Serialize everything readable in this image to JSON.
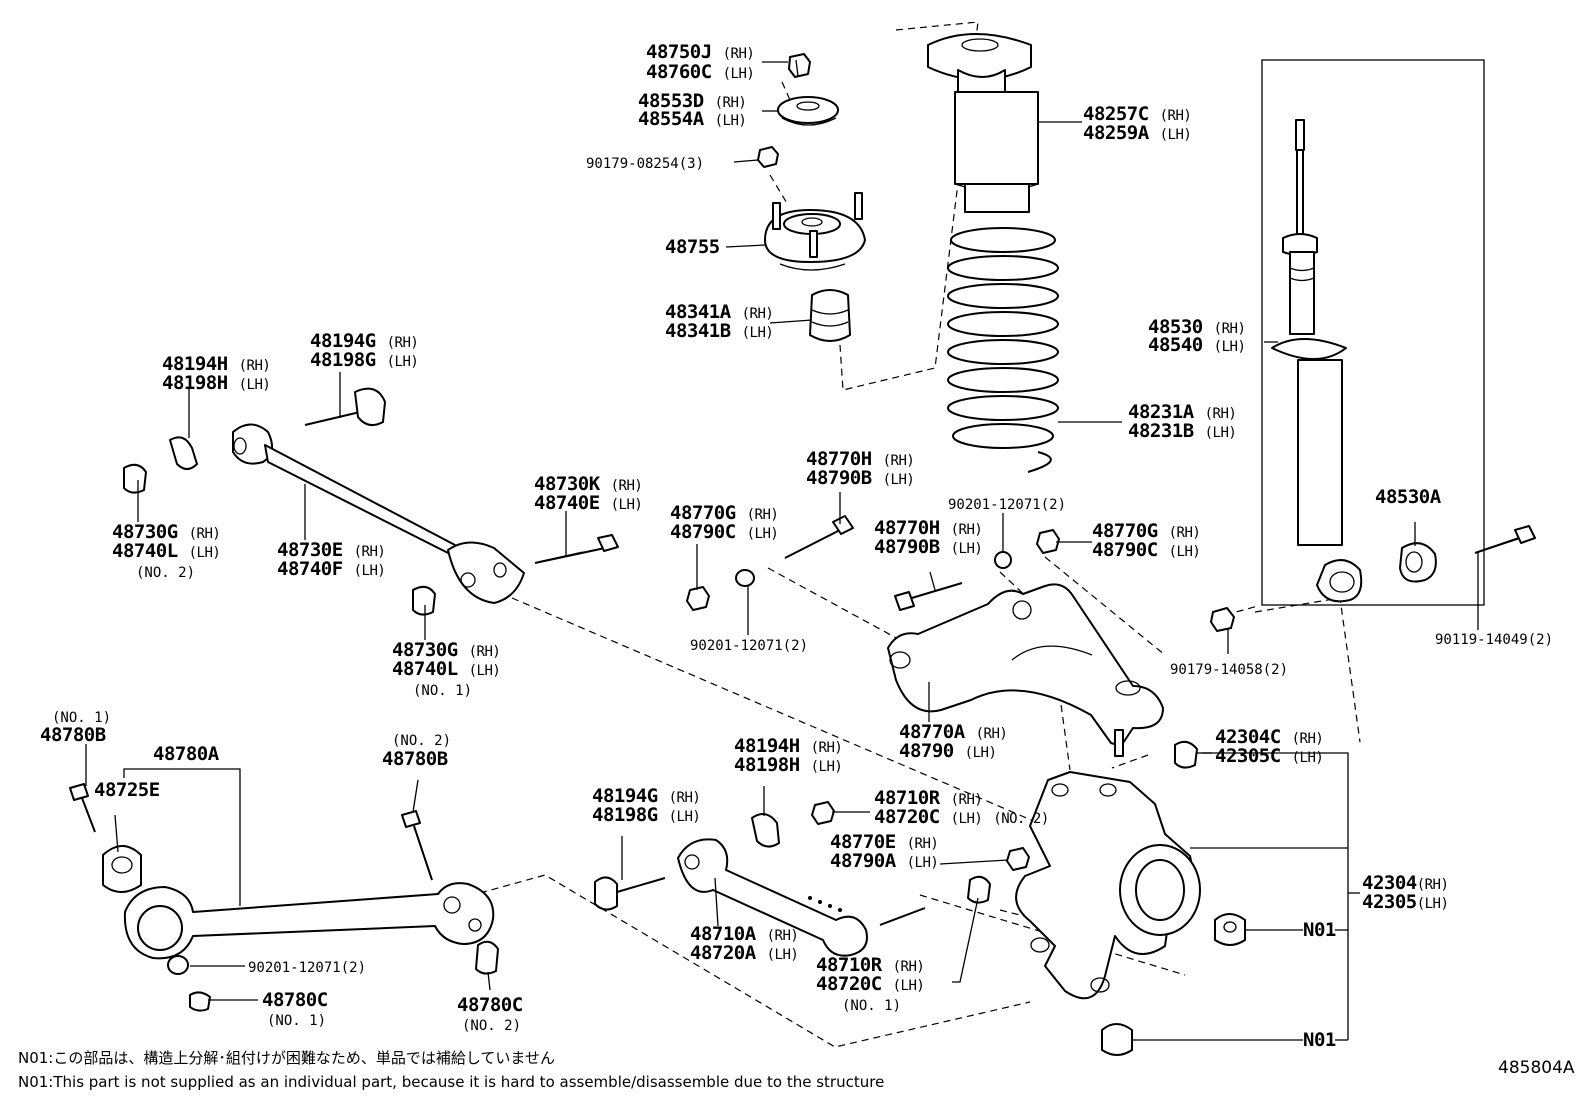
{
  "diagram_code": "485804A",
  "notes": {
    "jp": "N01:この部品は、構造上分解･組付けが困難なため、単品では補給していません",
    "en": "N01:This part is not supplied as an individual part, because it is hard to assemble/disassemble due to the structure"
  },
  "labels": {
    "l48750j": "48750J",
    "l48750j_s": "(RH)",
    "l48760c": "48760C",
    "l48760c_s": "(LH)",
    "l48553d": "48553D",
    "l48553d_s": "(RH)",
    "l48554a": "48554A",
    "l48554a_s": "(LH)",
    "l90179_08254": "90179-08254(3)",
    "l48755": "48755",
    "l48341a": "48341A",
    "l48341a_s": "(RH)",
    "l48341b": "48341B",
    "l48341b_s": "(LH)",
    "l48257c": "48257C",
    "l48257c_s": "(RH)",
    "l48259a": "48259A",
    "l48259a_s": "(LH)",
    "l48530": "48530",
    "l48530_s": "(RH)",
    "l48540": "48540",
    "l48540_s": "(LH)",
    "l48231a": "48231A",
    "l48231a_s": "(RH)",
    "l48231b": "48231B",
    "l48231b_s": "(LH)",
    "l48530a": "48530A",
    "l90119_14049": "90119-14049(2)",
    "l90179_14058": "90179-14058(2)",
    "l48194g_a": "48194G",
    "l48194g_a_s": "(RH)",
    "l48198g_a": "48198G",
    "l48198g_a_s": "(LH)",
    "l48194h_a": "48194H",
    "l48194h_a_s": "(RH)",
    "l48198h_a": "48198H",
    "l48198h_a_s": "(LH)",
    "l48730g_2": "48730G",
    "l48730g_2_s": "(RH)",
    "l48740l_2": "48740L",
    "l48740l_2_s": "(LH)",
    "l48730g_2_no": "(NO. 2)",
    "l48730e": "48730E",
    "l48730e_s": "(RH)",
    "l48740f": "48740F",
    "l48740f_s": "(LH)",
    "l48730k": "48730K",
    "l48730k_s": "(RH)",
    "l48740e": "48740E",
    "l48740e_s": "(LH)",
    "l48730g_1": "48730G",
    "l48730g_1_s": "(RH)",
    "l48740l_1": "48740L",
    "l48740l_1_s": "(LH)",
    "l48730g_1_no": "(NO. 1)",
    "l48770h_a": "48770H",
    "l48770h_a_s": "(RH)",
    "l48790b_a": "48790B",
    "l48790b_a_s": "(LH)",
    "l48770g_a": "48770G",
    "l48770g_a_s": "(RH)",
    "l48790c_a": "48790C",
    "l48790c_a_s": "(LH)",
    "l90201_12071_a": "90201-12071(2)",
    "l48770h_b": "48770H",
    "l48770h_b_s": "(RH)",
    "l48790b_b": "48790B",
    "l48790b_b_s": "(LH)",
    "l90201_12071_b": "90201-12071(2)",
    "l48770g_b": "48770G",
    "l48770g_b_s": "(RH)",
    "l48790c_b": "48790C",
    "l48790c_b_s": "(LH)",
    "l48770a": "48770A",
    "l48770a_s": "(RH)",
    "l48790": "48790",
    "l48790_s": "(LH)",
    "l42304c": "42304C",
    "l42304c_s": "(RH)",
    "l42305c": "42305C",
    "l42305c_s": "(LH)",
    "l42304": "42304",
    "l42304_s": "(RH)",
    "l42305": "42305",
    "l42305_s": "(LH)",
    "l_n01_a": "N01",
    "l_n01_b": "N01",
    "l48780b_1_no": "(NO. 1)",
    "l48780b_1": "48780B",
    "l48780a": "48780A",
    "l48725e": "48725E",
    "l48780b_2_no": "(NO. 2)",
    "l48780b_2": "48780B",
    "l90201_12071_c": "90201-12071(2)",
    "l48780c_1": "48780C",
    "l48780c_1_no": "(NO. 1)",
    "l48780c_2": "48780C",
    "l48780c_2_no": "(NO. 2)",
    "l48194h_b": "48194H",
    "l48194h_b_s": "(RH)",
    "l48198h_b": "48198H",
    "l48198h_b_s": "(LH)",
    "l48194g_b": "48194G",
    "l48194g_b_s": "(RH)",
    "l48198g_b": "48198G",
    "l48198g_b_s": "(LH)",
    "l48710r_a": "48710R",
    "l48710r_a_s": "(RH)",
    "l48720c_a": "48720C",
    "l48720c_a_s": "(LH)",
    "l48720c_a_no": "(NO. 2)",
    "l48770e": "48770E",
    "l48770e_s": "(RH)",
    "l48790a": "48790A",
    "l48790a_s": "(LH)",
    "l48710a": "48710A",
    "l48710a_s": "(RH)",
    "l48720a": "48720A",
    "l48720a_s": "(LH)",
    "l48710r_b": "48710R",
    "l48710r_b_s": "(RH)",
    "l48720c_b": "48720C",
    "l48720c_b_s": "(LH)",
    "l48720c_b_no": "(NO. 1)"
  }
}
